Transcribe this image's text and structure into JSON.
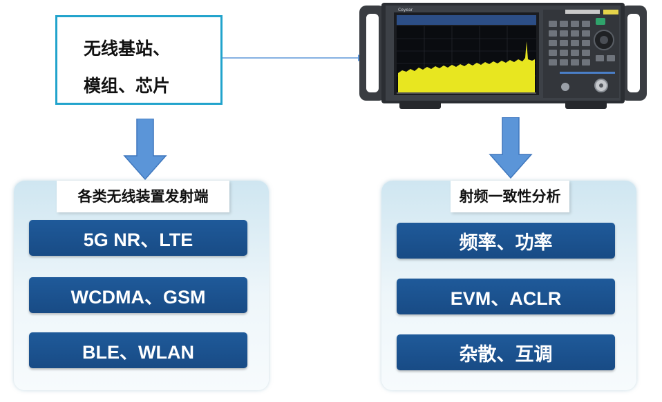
{
  "source": {
    "lines": [
      "无线基站、",
      "模组、芯片"
    ]
  },
  "instrument": {
    "brand": "Ceyear"
  },
  "left_panel": {
    "title": "各类无线装置发射端",
    "items": [
      "5G NR、LTE",
      "WCDMA、GSM",
      "BLE、WLAN"
    ]
  },
  "right_panel": {
    "title": "射频一致性分析",
    "items": [
      "频率、功率",
      "EVM、ACLR",
      "杂散、互调"
    ]
  },
  "colors": {
    "box_border": "#21a3cc",
    "arrow": "#5b95d8",
    "button": "#1b4f8c",
    "panel_bg": "#e3f0f6",
    "spectrum": "#e8e620"
  }
}
